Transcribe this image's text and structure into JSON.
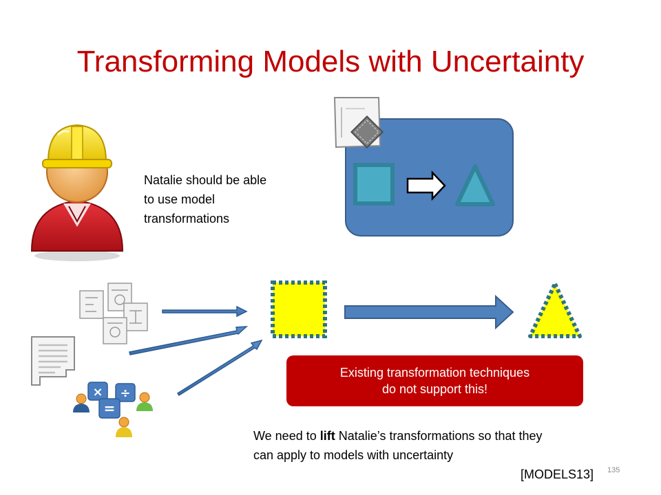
{
  "slide": {
    "title": "Transforming Models with Uncertainty",
    "caption_lines": [
      "Natalie should be able",
      "to use model",
      "transformations"
    ],
    "callout_lines": [
      "Existing transformation techniques",
      "do not support this!"
    ],
    "bottom": {
      "line1_pre": "We need to ",
      "line1_bold": "lift",
      "line1_post": " Natalie’s transformations so that they",
      "line2": "can apply to models with uncertainty"
    },
    "reference": "[MODELS13]",
    "page_number": "135"
  },
  "colors": {
    "title": "#C00000",
    "callout_bg": "#C00000",
    "panel_blue": "#4F81BD",
    "teal_fill": "#4BACC6",
    "teal_stroke": "#31849B",
    "yellow": "#FFFF00",
    "dotted_border": "#2E7480"
  },
  "icons": [
    "worker-hardhat-icon",
    "transformation-document-icon",
    "uml-diagrams-icon",
    "document-icon",
    "collaborating-people-icon"
  ]
}
